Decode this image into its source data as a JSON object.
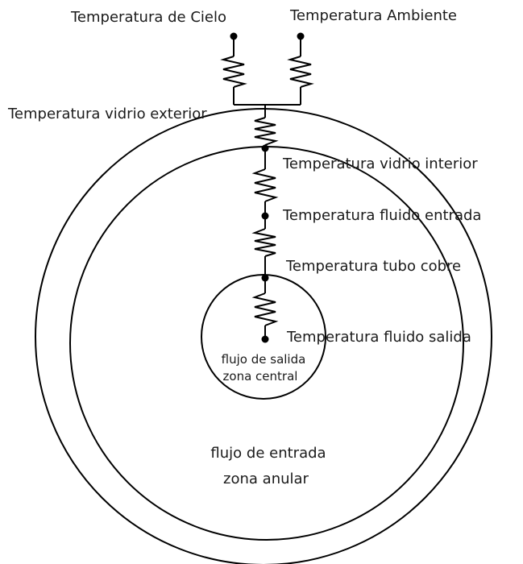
{
  "labels": {
    "sky": "Temperatura de Cielo",
    "ambient": "Temperatura Ambiente",
    "glass_outer": "Temperatura vidrio exterior",
    "glass_inner": "Temperatura vidrio interior",
    "fluid_in": "Temperatura fluido entrada",
    "copper_tube": "Temperatura tubo cobre",
    "fluid_out": "Temperatura fluido salida"
  },
  "zones": {
    "central_line1": "flujo de salida",
    "central_line2": "zona central",
    "annular_line1": "flujo de entrada",
    "annular_line2": "zona anular"
  }
}
